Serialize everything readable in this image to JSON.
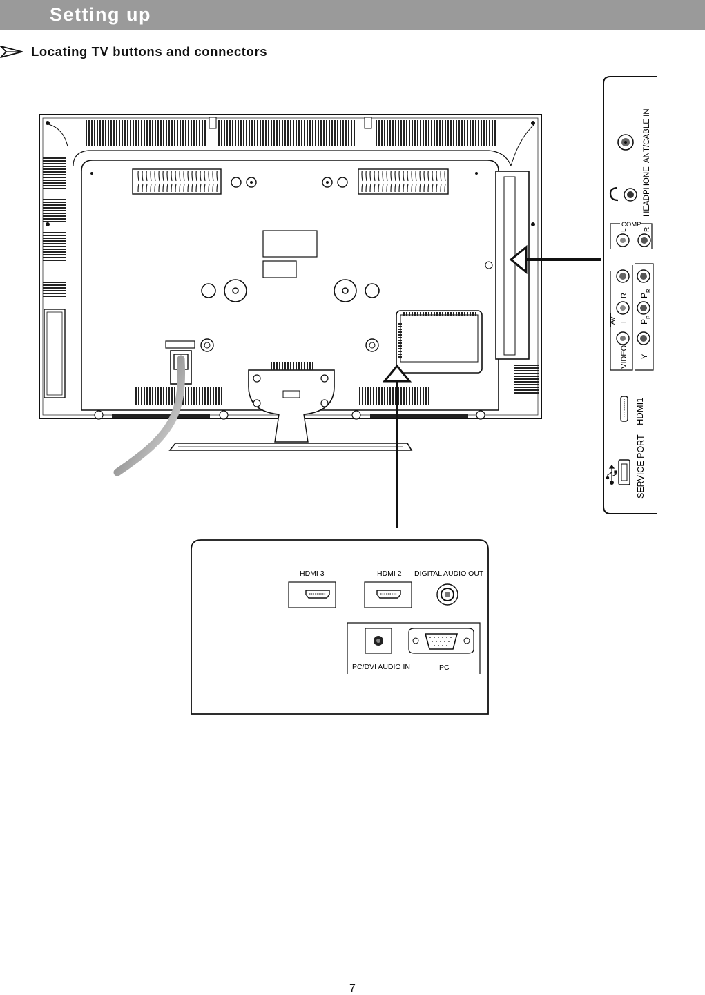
{
  "header": {
    "title": "Setting up"
  },
  "section": {
    "title": "Locating TV buttons and connectors"
  },
  "side_panel": {
    "ant_cable_in": "ANT/CABLE IN",
    "headphone": "HEADPHONE",
    "comp": "COMP",
    "comp_l": "L",
    "comp_r": "R",
    "av": "AV",
    "av_l": "L",
    "av_r": "R",
    "video": "VIDEO",
    "y": "Y",
    "pb": "P",
    "pb_sub": "B",
    "pr": "P",
    "pr_sub": "R",
    "hdmi1": "HDMI1",
    "service_port": "SERVICE PORT"
  },
  "bottom_panel": {
    "hdmi3": "HDMI 3",
    "hdmi2": "HDMI 2",
    "digital_audio_out": "DIGITAL AUDIO OUT",
    "pc_dvi_audio_in": "PC/DVI AUDIO IN",
    "pc": "PC"
  },
  "page": {
    "number": "7"
  }
}
